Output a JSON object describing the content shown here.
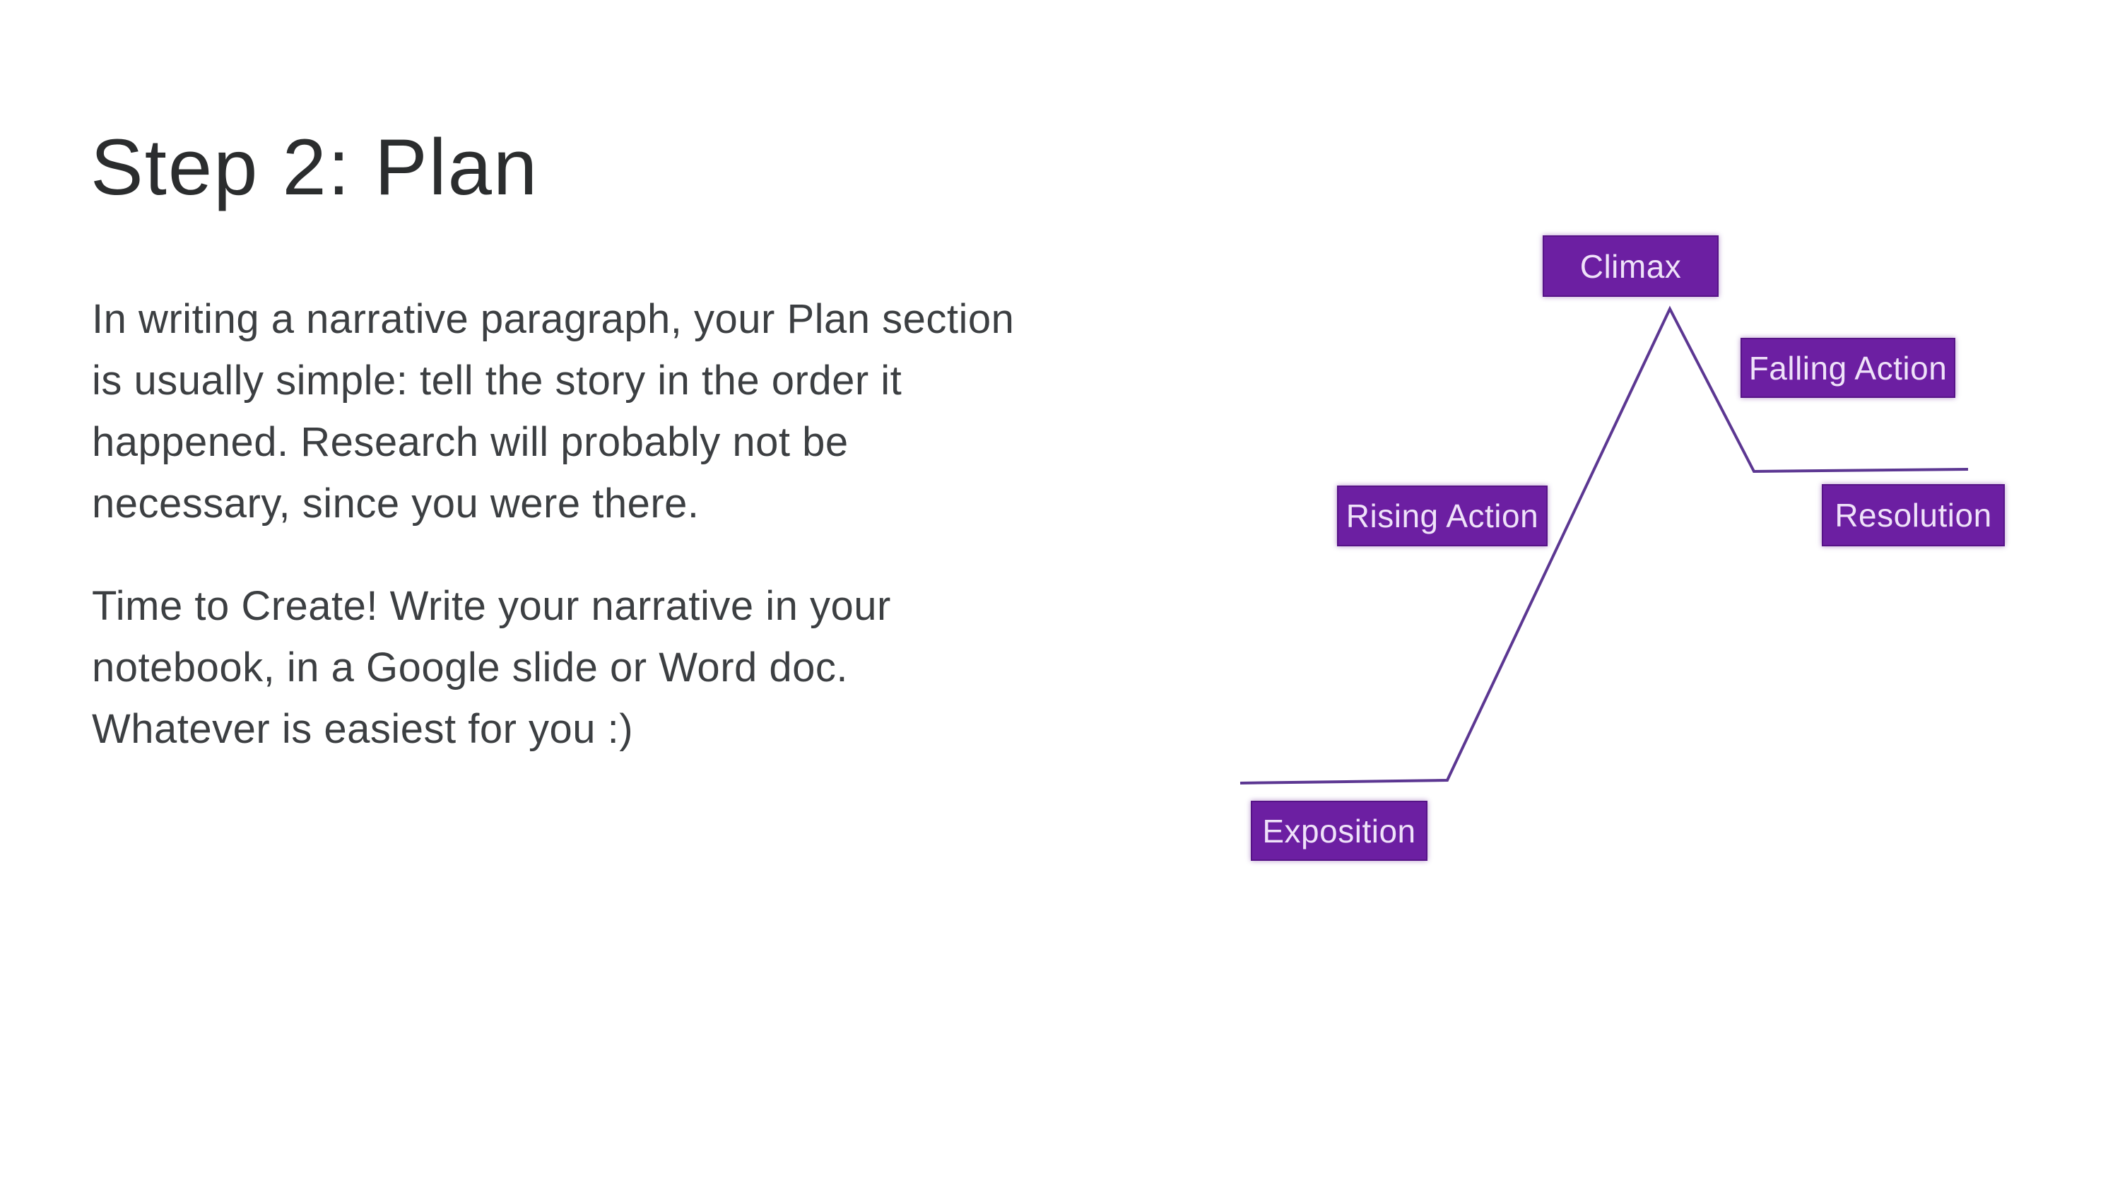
{
  "slide": {
    "title": "Step 2: Plan",
    "paragraph1": "In writing a narrative paragraph, your Plan section\nis usually simple: tell the story in the order it\nhappened. Research will probably not be\nnecessary, since you were there.",
    "paragraph2": "Time to Create! Write your narrative in your\nnotebook, in a Google slide or Word doc.\nWhatever is easiest for you :)"
  },
  "diagram": {
    "type": "plot-structure-arc",
    "labels": {
      "exposition": "Exposition",
      "rising_action": "Rising Action",
      "climax": "Climax",
      "falling_action": "Falling Action",
      "resolution": "Resolution"
    },
    "colors": {
      "box_fill": "#6C1FA2",
      "box_border": "#561387",
      "box_text": "#EFE2F9",
      "line": "#5C3792"
    }
  }
}
